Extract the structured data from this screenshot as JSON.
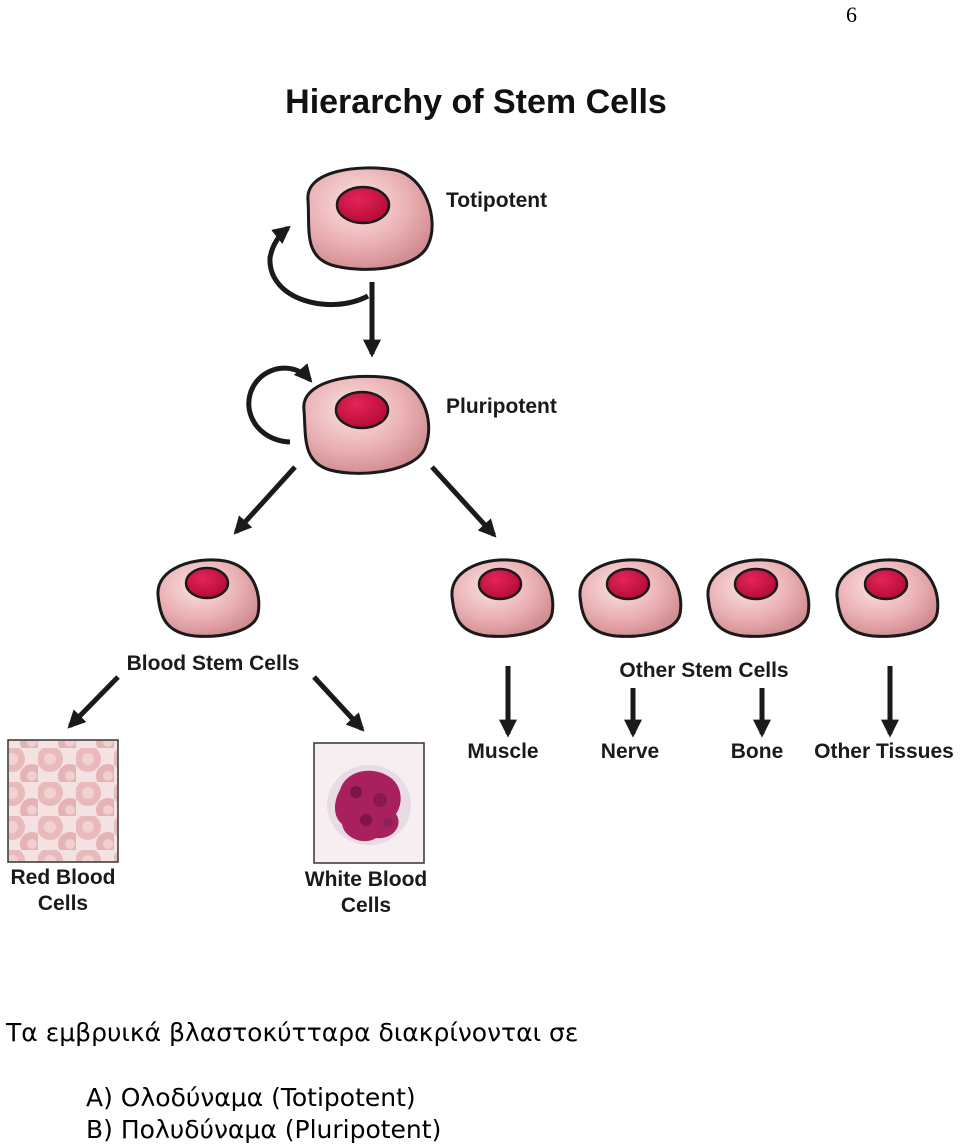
{
  "page": {
    "number": "6"
  },
  "diagram": {
    "title": "Hierarchy of Stem Cells",
    "labels": {
      "totipotent": "Totipotent",
      "pluripotent": "Pluripotent",
      "blood_stem_cells": "Blood Stem Cells",
      "other_stem_cells": "Other Stem Cells",
      "muscle": "Muscle",
      "nerve": "Nerve",
      "bone": "Bone",
      "other_tissues": "Other Tissues",
      "red_blood_line1": "Red Blood",
      "red_blood_line2": "Cells",
      "white_blood_line1": "White Blood",
      "white_blood_line2": "Cells"
    }
  },
  "text": {
    "intro": "Τα εμβρυικά βλαστοκύτταρα διακρίνονται σε",
    "option_a": "Α) Ολοδύναμα (Totipotent)",
    "option_b": "Β) Πολυδύναμα (Pluripotent)"
  },
  "colors": {
    "cell_body": "#e8a9ad",
    "cell_outline": "#1a1a1a",
    "nucleus": "#c8103c",
    "arrow": "#1a1a1a"
  }
}
